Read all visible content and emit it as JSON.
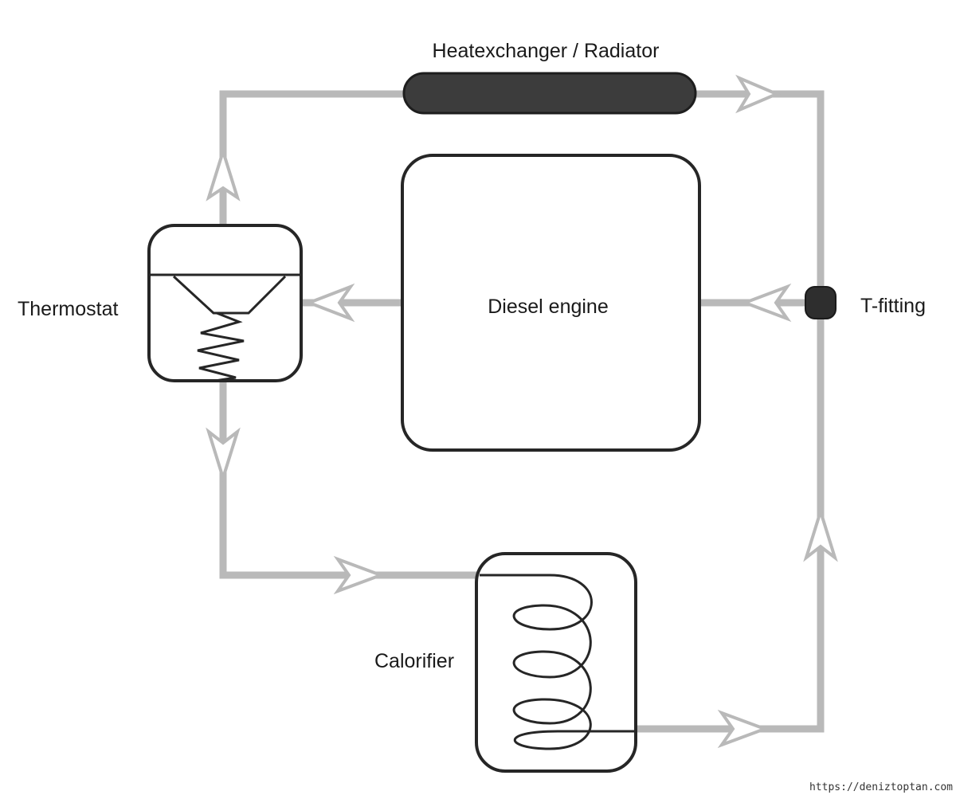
{
  "diagram": {
    "radiator_label": "Heatexchanger / Radiator",
    "engine_label": "Diesel engine",
    "thermostat_label": "Thermostat",
    "tfitting_label": "T-fitting",
    "calorifier_label": "Calorifier"
  },
  "colors": {
    "pipe": "#b9b9b9",
    "outline": "#262626",
    "radiator_fill": "#3c3c3c",
    "tfitting_fill": "#2e2e2e",
    "background": "#ffffff"
  },
  "watermark": "https://deniztoptan.com"
}
